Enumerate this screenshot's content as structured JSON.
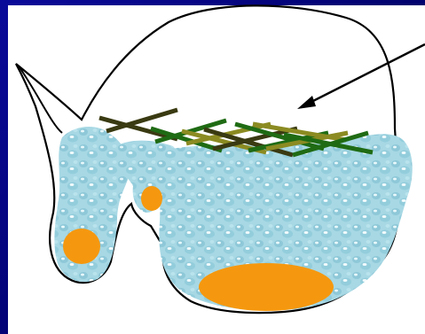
{
  "diagram": {
    "kind": "illustration",
    "labels": [],
    "colors": {
      "background": "#03037a",
      "panel": "#ffffff",
      "outline": "#000000",
      "water": "#a9dbe6",
      "water_highlight": "#e8f8fb",
      "blob": "#f5980f",
      "strand_dark": "#3a3a12",
      "strand_green": "#1f6b14",
      "strand_olive": "#8b8b22",
      "arrow": "#000000"
    },
    "shapes": [
      "outer-outline",
      "left-lobe-water",
      "small-lobe-water",
      "main-chamber-water",
      "left-orange-blob",
      "small-orange-blob",
      "bottom-orange-blob",
      "fiber-strands",
      "pointer-arrow"
    ]
  }
}
